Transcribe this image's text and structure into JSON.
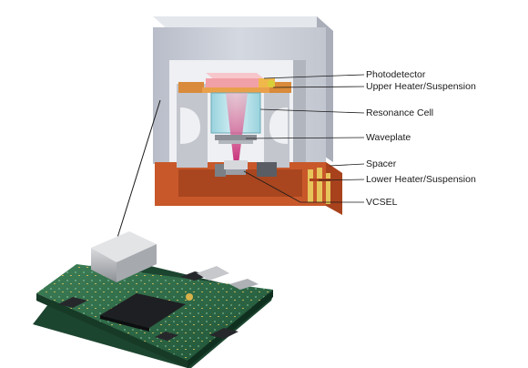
{
  "labels": {
    "photodetector": "Photodetector",
    "upper_heater": "Upper Heater/Suspension",
    "resonance_cell": "Resonance Cell",
    "waveplate": "Waveplate",
    "spacer": "Spacer",
    "lower_heater": "Lower Heater/Suspension",
    "vcsel": "VCSEL"
  },
  "colors": {
    "housing": "#c9cdd6",
    "base": "#c8582a",
    "heater": "#e9a04a",
    "photodetector": "#f2a0a8",
    "cell": "#a9dce6",
    "laser_beam": "#d2337d",
    "pcb": "#2f6e4a",
    "gold": "#e6c55a"
  }
}
